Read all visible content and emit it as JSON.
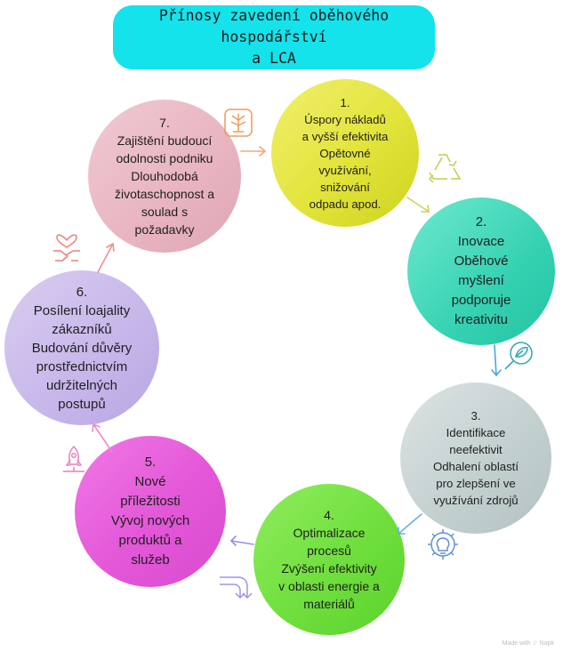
{
  "title": {
    "line1": "Přínosy zavedení oběhového hospodářství",
    "line2": "a LCA"
  },
  "steps": [
    {
      "number": "1.",
      "lines": [
        "Úspory nákladů",
        "a vyšší efektivita",
        "Opětovné",
        "využívání,",
        "snižování",
        "odpadu apod."
      ],
      "color": "#e2e43a",
      "icon": "recycle-icon"
    },
    {
      "number": "2.",
      "lines": [
        "Inovace",
        "Oběhové",
        "myšlení",
        "podporuje",
        "kreativitu"
      ],
      "color": "#35d2b2",
      "icon": "magnifier-leaf-icon"
    },
    {
      "number": "3.",
      "lines": [
        "Identifikace",
        "neefektivit",
        "Odhalení oblastí",
        "pro zlepšení ve",
        "využívání zdrojů"
      ],
      "color": "#c2cfcf",
      "icon": "gear-lightbulb-icon"
    },
    {
      "number": "4.",
      "lines": [
        "Optimalizace",
        "procesů",
        "Zvýšení efektivity",
        "v oblasti energie a",
        "materiálů"
      ],
      "color": "#6fdf3d",
      "icon": "arrows-icon"
    },
    {
      "number": "5.",
      "lines": [
        "Nové",
        "příležitosti",
        "Vývoj nových",
        "produktů a",
        "služeb"
      ],
      "color": "#e357d8",
      "icon": "rocket-icon"
    },
    {
      "number": "6.",
      "lines": [
        "Posílení loajality",
        "zákazníků",
        "Budování důvěry",
        "prostřednictvím",
        "udržitelných",
        "postupů"
      ],
      "color": "#c6b6ea",
      "icon": "heart-handshake-icon"
    },
    {
      "number": "7.",
      "lines": [
        "Zajištění budoucí",
        "odolnosti podniku",
        "Dlouhodobá",
        "životaschopnost a",
        "soulad s",
        "požadavky"
      ],
      "color": "#e8b4c0",
      "icon": "tree-icon"
    }
  ],
  "watermark": "Made with ☆ Napk"
}
